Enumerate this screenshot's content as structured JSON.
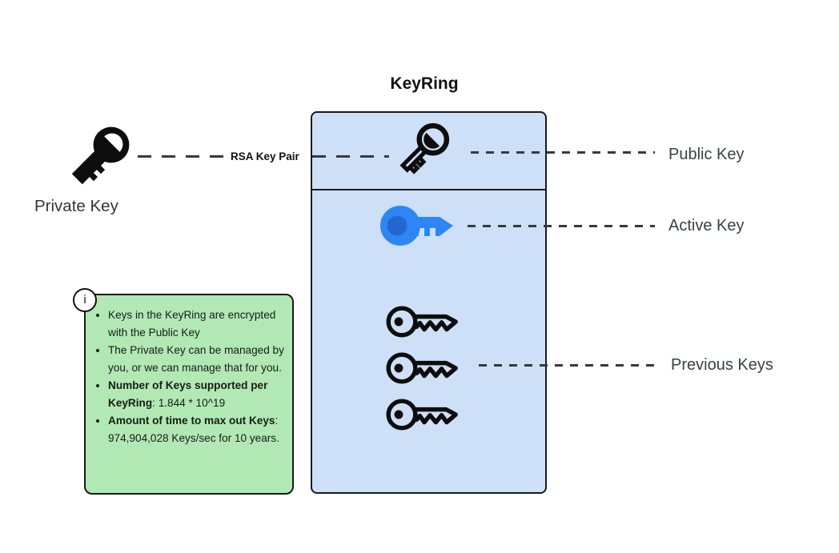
{
  "diagram": {
    "title": "KeyRing",
    "private_key_label": "Private Key",
    "rsa_label": "RSA Key Pair",
    "labels": {
      "public": "Public Key",
      "active": "Active Key",
      "previous": "Previous Keys"
    },
    "info_icon": "i",
    "info_items": [
      {
        "bold": "",
        "text": "Keys in the KeyRing are encrypted with the Public Key"
      },
      {
        "bold": "",
        "text": "The Private Key can be managed by you, or we can manage that for you."
      },
      {
        "bold": "Number of Keys supported per KeyRing",
        "text": ": 1.844 * 10^19"
      },
      {
        "bold": "Amount of time to max out Keys",
        "text": ": 974,904,028 Keys/sec for 10 years."
      }
    ],
    "colors": {
      "keyring_fill": "#cde0f8",
      "info_fill": "#b1e8b4",
      "active_key": "#2e86f5",
      "active_key_inner": "#2368cf",
      "border": "#1a1a1a",
      "line": "#37393c"
    }
  }
}
